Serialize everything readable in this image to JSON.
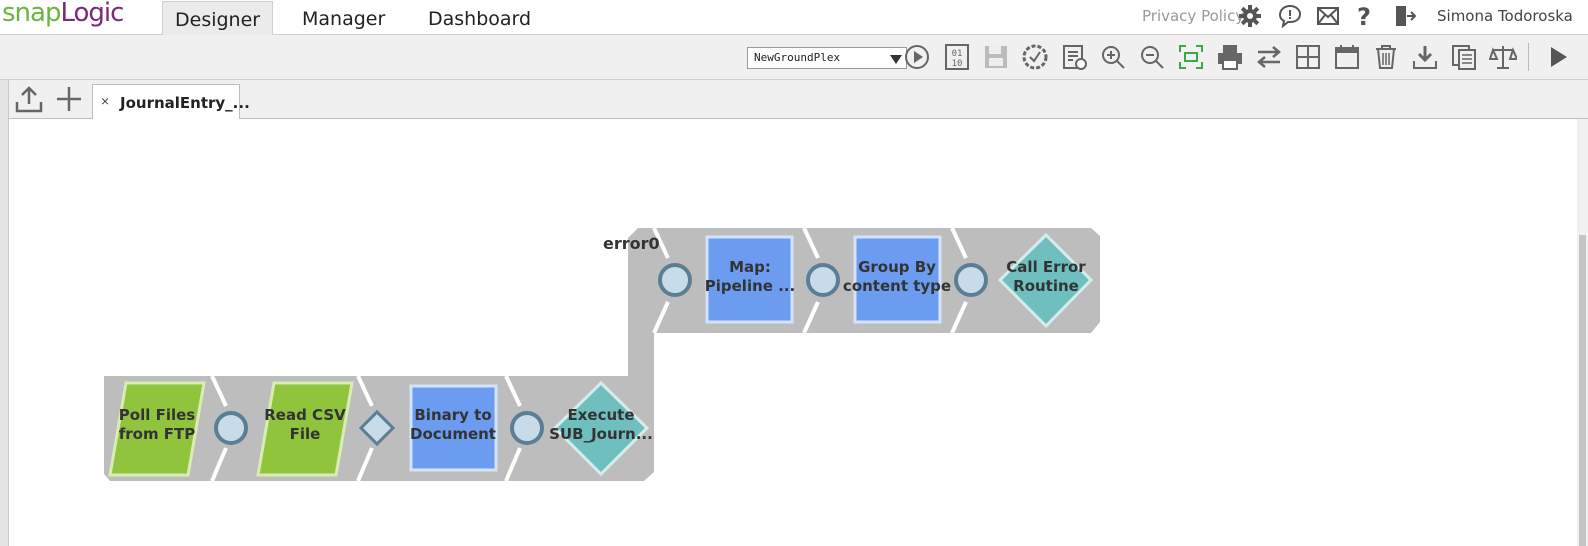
{
  "app": {
    "logo_part1": "snap",
    "logo_part2": "Logic",
    "nav_tabs": [
      "Designer",
      "Manager",
      "Dashboard"
    ],
    "privacy_policy": "Privacy Policy",
    "user_name": "Simona Todoroska"
  },
  "toolbar": {
    "snaplex_selected": "NewGroundPlex",
    "icons": [
      "execute-icon",
      "binary-icon",
      "save-icon",
      "validate-icon",
      "properties-icon",
      "zoom-in-icon",
      "zoom-out-icon",
      "fit-icon",
      "print-icon",
      "swap-icon",
      "grid-icon",
      "calendar-icon",
      "delete-icon",
      "download-icon",
      "copy-icon",
      "compare-icon",
      "run-icon"
    ]
  },
  "tabs": {
    "pipeline_tab_label": "JournalEntry_...",
    "close_symbol": "×"
  },
  "pipeline": {
    "error_label": "error0",
    "main_snaps": [
      {
        "line1": "Poll Files",
        "line2": "from FTP",
        "shape": "parallelogram",
        "color": "#8fc43c"
      },
      {
        "line1": "Read CSV",
        "line2": "File",
        "shape": "parallelogram",
        "color": "#8fc43c"
      },
      {
        "line1": "Binary to",
        "line2": "Document",
        "shape": "square",
        "color": "#6b9cf0"
      },
      {
        "line1": "Execute",
        "line2": "SUB_Journ...",
        "shape": "diamond",
        "color": "#6fbfbf"
      }
    ],
    "error_snaps": [
      {
        "line1": "Map:",
        "line2": "Pipeline ...",
        "shape": "square",
        "color": "#6b9cf0"
      },
      {
        "line1": "Group By",
        "line2": "content type",
        "shape": "square",
        "color": "#6b9cf0"
      },
      {
        "line1": "Call Error",
        "line2": "Routine",
        "shape": "diamond",
        "color": "#6fbfbf"
      }
    ]
  },
  "colors": {
    "track": "#bdbdbd",
    "accent_green": "#6db33f",
    "accent_purple": "#7a2a7a"
  }
}
